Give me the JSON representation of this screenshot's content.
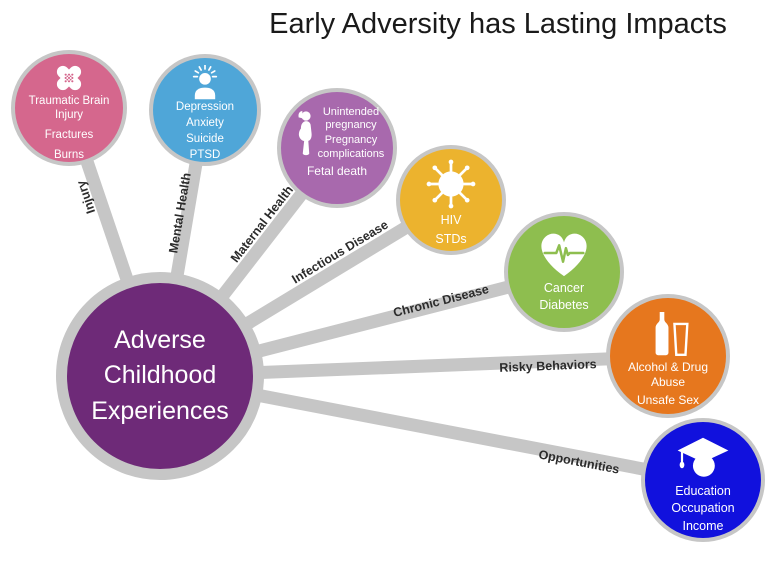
{
  "title": "Early Adversity has Lasting Impacts",
  "hub": {
    "lines": [
      "Adverse",
      "Childhood",
      "Experiences"
    ],
    "color": "#6e2a78",
    "ring_color": "#c6c6c6"
  },
  "spoke_color": "#c6c6c6",
  "nodes": {
    "injury": {
      "spoke_label": "Injury",
      "color": "#d5678d",
      "icon": "bandage-icon",
      "lines": [
        "Traumatic Brain",
        "Injury",
        "Fractures",
        "Burns"
      ]
    },
    "mental": {
      "spoke_label": "Mental Health",
      "color": "#4fa6d8",
      "icon": "stressed-person-icon",
      "lines": [
        "Depression",
        "Anxiety",
        "Suicide",
        "PTSD"
      ]
    },
    "maternal": {
      "spoke_label": "Maternal Health",
      "color": "#a869ad",
      "icon": "pregnant-woman-icon",
      "lines": [
        "Unintended pregnancy",
        "Pregnancy complications",
        "Fetal death"
      ]
    },
    "infectious": {
      "spoke_label": "Infectious Disease",
      "color": "#ecb32e",
      "icon": "virus-icon",
      "lines": [
        "HIV",
        "STDs"
      ]
    },
    "chronic": {
      "spoke_label": "Chronic Disease",
      "color": "#8ebe4f",
      "icon": "heart-ekg-icon",
      "lines": [
        "Cancer",
        "Diabetes"
      ]
    },
    "risky": {
      "spoke_label": "Risky Behaviors",
      "color": "#e6771e",
      "icon": "alcohol-bottle-glass-icon",
      "lines": [
        "Alcohol & Drug",
        "Abuse",
        "Unsafe Sex"
      ]
    },
    "opportunity": {
      "spoke_label": "Opportunities",
      "color": "#1111dd",
      "icon": "graduation-cap-icon",
      "lines": [
        "Education",
        "Occupation",
        "Income"
      ]
    }
  }
}
